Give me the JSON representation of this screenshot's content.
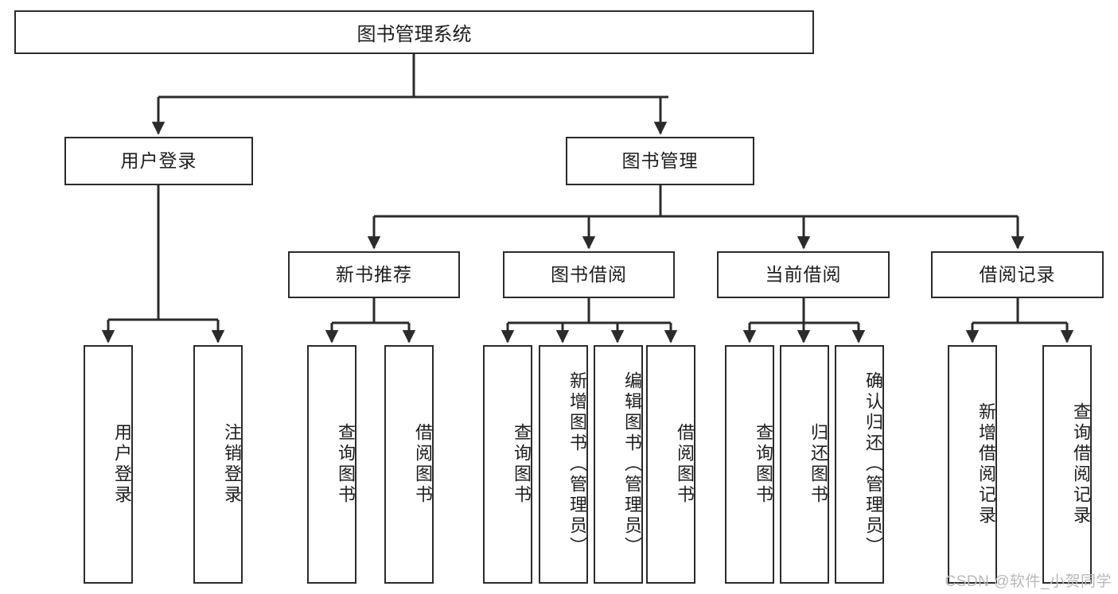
{
  "diagram": {
    "title": "图书管理系统",
    "watermark": "CSDN @软件_小贺同学",
    "colors": {
      "stroke": "#2b2b2b",
      "fill": "#ffffff",
      "text": "#1d1d1d",
      "watermark": "#b9b9b9"
    },
    "root": {
      "label": "图书管理系统"
    },
    "level2": [
      {
        "label": "用户登录"
      },
      {
        "label": "图书管理"
      }
    ],
    "level3": [
      {
        "label": "新书推荐"
      },
      {
        "label": "图书借阅"
      },
      {
        "label": "当前借阅"
      },
      {
        "label": "借阅记录"
      }
    ],
    "leaves": {
      "user_login": [
        {
          "label": "用户登录"
        },
        {
          "label": "注销登录"
        }
      ],
      "new_book_recommend": [
        {
          "label": "查询图书"
        },
        {
          "label": "借阅图书"
        }
      ],
      "book_borrow": [
        {
          "label": "查询图书"
        },
        {
          "label": "新增图书（管理员）"
        },
        {
          "label": "编辑图书（管理员）"
        },
        {
          "label": "借阅图书"
        }
      ],
      "current_borrow": [
        {
          "label": "查询图书"
        },
        {
          "label": "归还图书"
        },
        {
          "label": "确认归还（管理员）"
        }
      ],
      "borrow_record": [
        {
          "label": "新增借阅记录"
        },
        {
          "label": "查询借阅记录"
        }
      ]
    }
  }
}
